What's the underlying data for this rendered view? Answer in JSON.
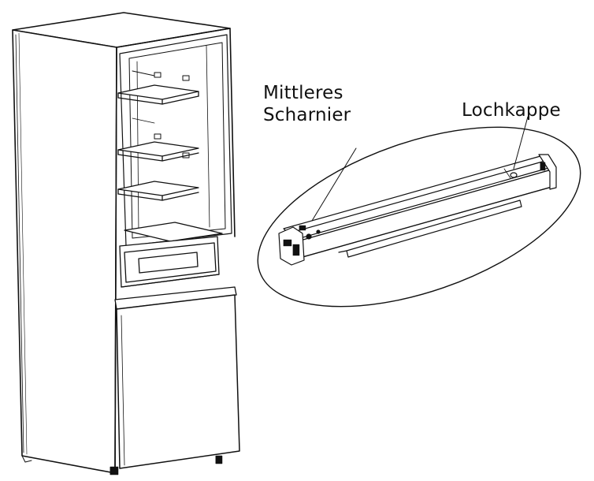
{
  "labels": {
    "middle_hinge_line1": "Mittleres",
    "middle_hinge_line2": "Scharnier",
    "hole_cap": "Lochkappe"
  },
  "colors": {
    "line": "#111111",
    "background": "#ffffff"
  }
}
